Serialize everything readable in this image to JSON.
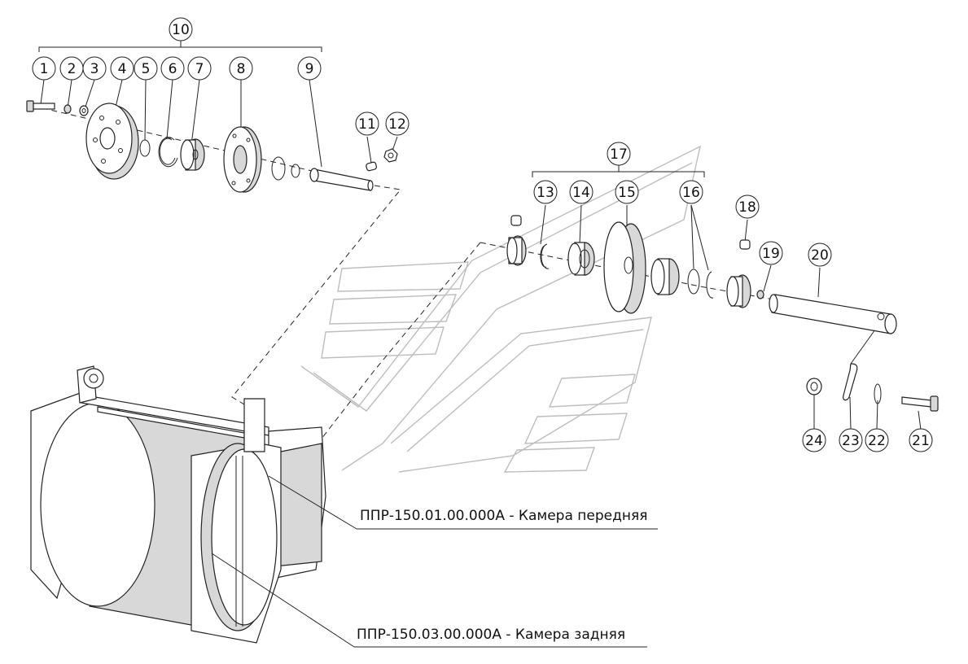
{
  "callouts": [
    {
      "id": "10",
      "label": "10"
    },
    {
      "id": "1",
      "label": "1"
    },
    {
      "id": "2",
      "label": "2"
    },
    {
      "id": "3",
      "label": "3"
    },
    {
      "id": "4",
      "label": "4"
    },
    {
      "id": "5",
      "label": "5"
    },
    {
      "id": "6",
      "label": "6"
    },
    {
      "id": "7",
      "label": "7"
    },
    {
      "id": "8",
      "label": "8"
    },
    {
      "id": "9",
      "label": "9"
    },
    {
      "id": "11",
      "label": "11"
    },
    {
      "id": "12",
      "label": "12"
    },
    {
      "id": "17",
      "label": "17"
    },
    {
      "id": "13",
      "label": "13"
    },
    {
      "id": "14",
      "label": "14"
    },
    {
      "id": "15",
      "label": "15"
    },
    {
      "id": "16",
      "label": "16"
    },
    {
      "id": "18",
      "label": "18"
    },
    {
      "id": "19",
      "label": "19"
    },
    {
      "id": "20",
      "label": "20"
    },
    {
      "id": "24",
      "label": "24"
    },
    {
      "id": "23",
      "label": "23"
    },
    {
      "id": "22",
      "label": "22"
    },
    {
      "id": "21",
      "label": "21"
    }
  ],
  "captions": {
    "front_chamber": "ППР-150.01.00.000А - Камера передняя",
    "rear_chamber": "ППР-150.03.00.000А - Камера задняя"
  }
}
